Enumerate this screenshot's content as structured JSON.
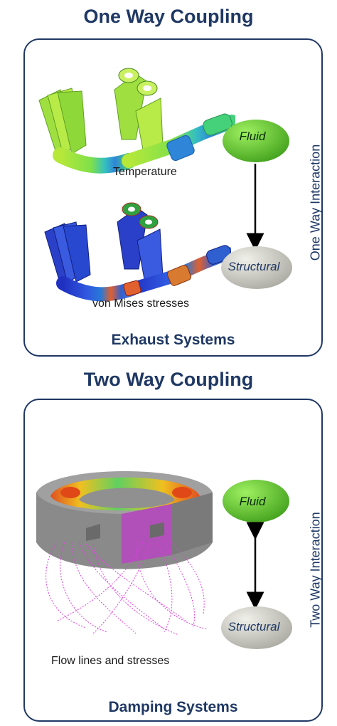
{
  "section_one": {
    "title": "One Way Coupling",
    "image_caption_top": "Temperature",
    "image_caption_bottom": "von Mises stresses",
    "footer": "Exhaust Systems",
    "node_fluid": "Fluid",
    "node_structural": "Structural",
    "interaction_label": "One Way Interaction",
    "arrow": "one-way"
  },
  "section_two": {
    "title": "Two Way Coupling",
    "image_caption": "Flow lines and stresses",
    "footer": "Damping Systems",
    "node_fluid": "Fluid",
    "node_structural": "Structural",
    "interaction_label": "Two Way Interaction",
    "arrow": "two-way"
  },
  "colors": {
    "title": "#1f3864",
    "fluid_node": "#66cc33",
    "structural_node": "#c8c8c0",
    "arrow": "#000000"
  }
}
